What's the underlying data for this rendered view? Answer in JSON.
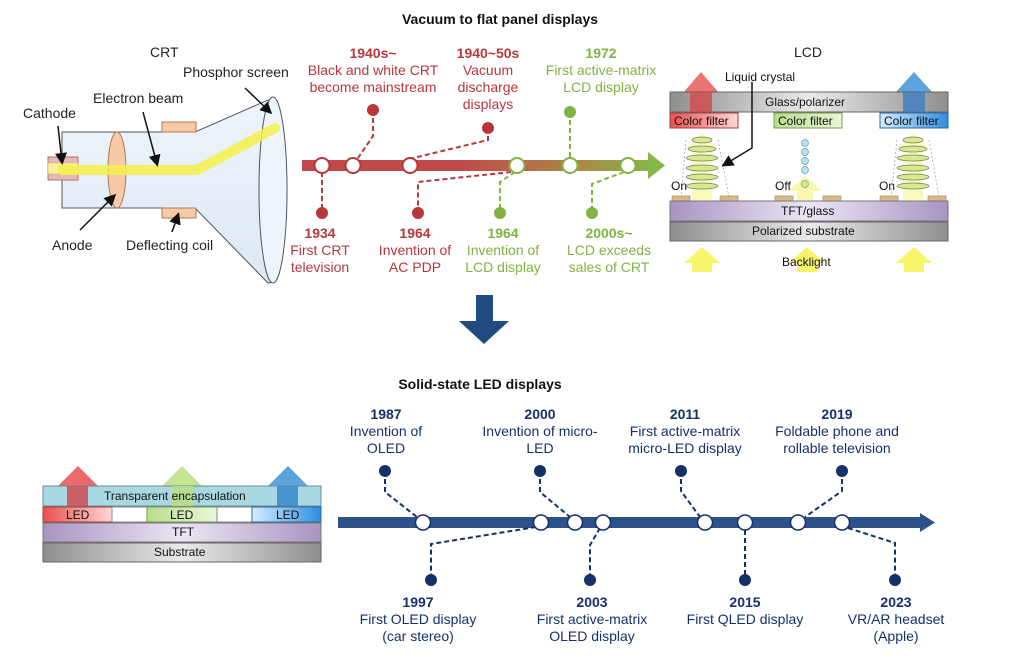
{
  "top": {
    "title": "Vacuum to flat panel displays",
    "crt": {
      "title": "CRT",
      "labels": {
        "phosphor": "Phosphor screen",
        "electron": "Electron beam",
        "cathode": "Cathode",
        "anode": "Anode",
        "coil": "Deflecting coil"
      }
    },
    "lcd": {
      "title": "LCD",
      "labels": {
        "liquid": "Liquid crystal",
        "glass": "Glass/polarizer",
        "filter": "Color filter",
        "on": "On",
        "off": "Off",
        "tft": "TFT/glass",
        "substrate": "Polarized substrate",
        "backlight": "Backlight"
      }
    },
    "events_above": [
      {
        "year": "1940s~",
        "lines": [
          "Black and white CRT",
          "become mainstream"
        ],
        "color": "red"
      },
      {
        "year": "1940~50s",
        "lines": [
          "Vacuum",
          "discharge",
          "displays"
        ],
        "color": "red"
      },
      {
        "year": "1972",
        "lines": [
          "First active-matrix",
          "LCD display"
        ],
        "color": "green"
      }
    ],
    "events_below": [
      {
        "year": "1934",
        "lines": [
          "First CRT",
          "television"
        ],
        "color": "red"
      },
      {
        "year": "1964",
        "lines": [
          "Invention of",
          "AC PDP"
        ],
        "color": "red"
      },
      {
        "year": "1964",
        "lines": [
          "Invention of",
          "LCD display"
        ],
        "color": "green"
      },
      {
        "year": "2000s~",
        "lines": [
          "LCD exceeds",
          "sales of CRT"
        ],
        "color": "green"
      }
    ],
    "colors": {
      "red": "#b8373b",
      "green": "#82b342"
    }
  },
  "bottom": {
    "title": "Solid-state LED displays",
    "stack": {
      "encapsulation": "Transparent encapsulation",
      "led": "LED",
      "tft": "TFT",
      "substrate": "Substrate"
    },
    "events_above": [
      {
        "year": "1987",
        "lines": [
          "Invention of",
          "OLED"
        ]
      },
      {
        "year": "2000",
        "lines": [
          "Invention of micro-",
          "LED"
        ]
      },
      {
        "year": "2011",
        "lines": [
          "First active-matrix",
          "micro-LED display"
        ]
      },
      {
        "year": "2019",
        "lines": [
          "Foldable phone and",
          "rollable television"
        ]
      }
    ],
    "events_below": [
      {
        "year": "1997",
        "lines": [
          "First OLED display",
          "(car stereo)"
        ]
      },
      {
        "year": "2003",
        "lines": [
          "First active-matrix",
          "OLED display"
        ]
      },
      {
        "year": "2015",
        "lines": [
          "First QLED display"
        ]
      },
      {
        "year": "2023",
        "lines": [
          "VR/AR headset",
          "(Apple)"
        ]
      }
    ],
    "color": "#16306a",
    "bar_color": "#2c5289"
  }
}
